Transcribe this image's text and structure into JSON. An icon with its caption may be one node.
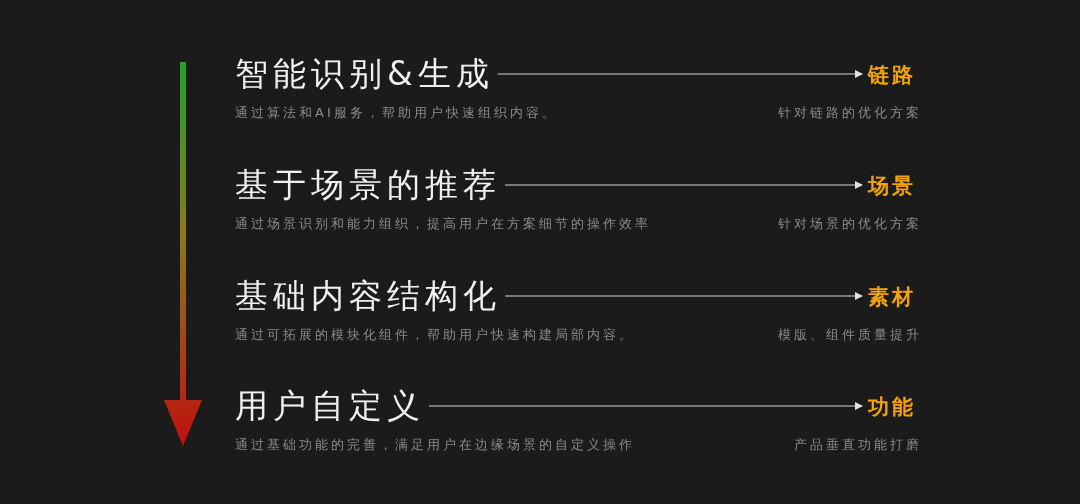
{
  "diagram": {
    "nodes": [
      {
        "text": [
          "智能识别&生成"
        ],
        "beside": [
          "通过算法和AI服务，帮助用户快速组织内容。"
        ]
      },
      {
        "text": [
          "链路"
        ],
        "beside": [
          "针对链路的优化方案"
        ]
      },
      {
        "text": [
          "基于场景的推荐"
        ],
        "beside": [
          "通过场景识别和能力组织，提高用户在方案细节的操作效率"
        ]
      },
      {
        "text": [
          "场景"
        ],
        "beside": [
          "针对场景的优化方案"
        ]
      },
      {
        "text": [
          "基础内容结构化"
        ],
        "beside": [
          "通过可拓展的模块化组件，帮助用户快速构建局部内容。"
        ]
      },
      {
        "text": [
          "素材"
        ],
        "beside": [
          "模版、组件质量提升"
        ]
      },
      {
        "text": [
          "用户自定义"
        ],
        "beside": [
          "通过基础功能的完善，满足用户在边缘场景的自定义操作"
        ]
      },
      {
        "text": [
          "功能"
        ],
        "beside": [
          "产品垂直功能打磨"
        ]
      }
    ],
    "edges": [
      {
        "from": 0,
        "to": 1,
        "arrow": "to"
      },
      {
        "from": 2,
        "to": 3,
        "arrow": "to"
      },
      {
        "from": 4,
        "to": 5,
        "arrow": "to"
      },
      {
        "from": 6,
        "to": 7,
        "arrow": "to"
      }
    ]
  }
}
